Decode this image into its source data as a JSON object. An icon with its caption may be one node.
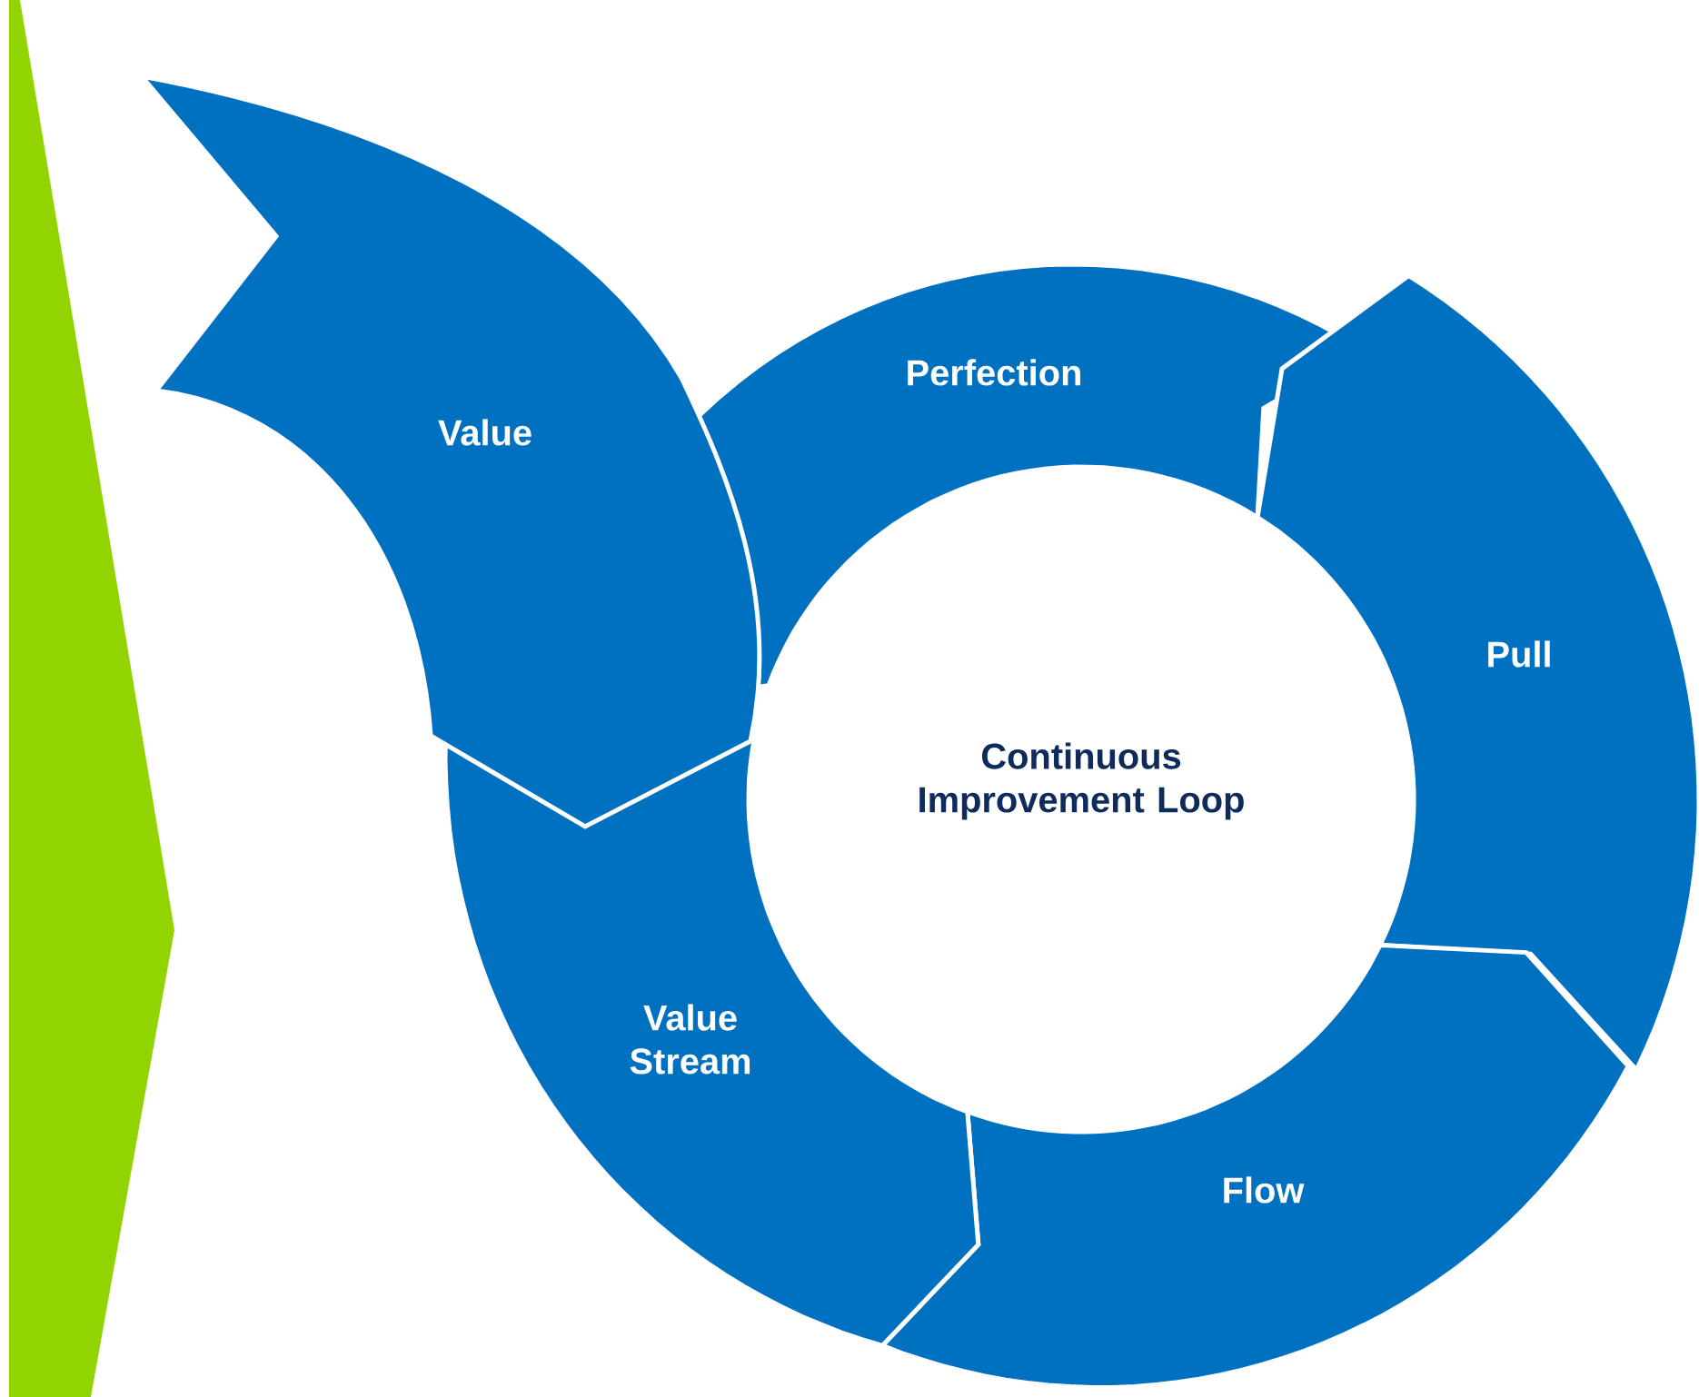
{
  "diagram": {
    "nodes": [
      {
        "text": [
          "Value"
        ]
      },
      {
        "text": [
          "Perfection"
        ]
      },
      {
        "text": [
          "Pull"
        ]
      },
      {
        "text": [
          "Continuous Improvement Loop"
        ]
      },
      {
        "text": [
          "Value Stream"
        ]
      },
      {
        "text": [
          "Flow"
        ]
      },
      {
        "text": [],
        "shape": "chevron"
      }
    ]
  }
}
